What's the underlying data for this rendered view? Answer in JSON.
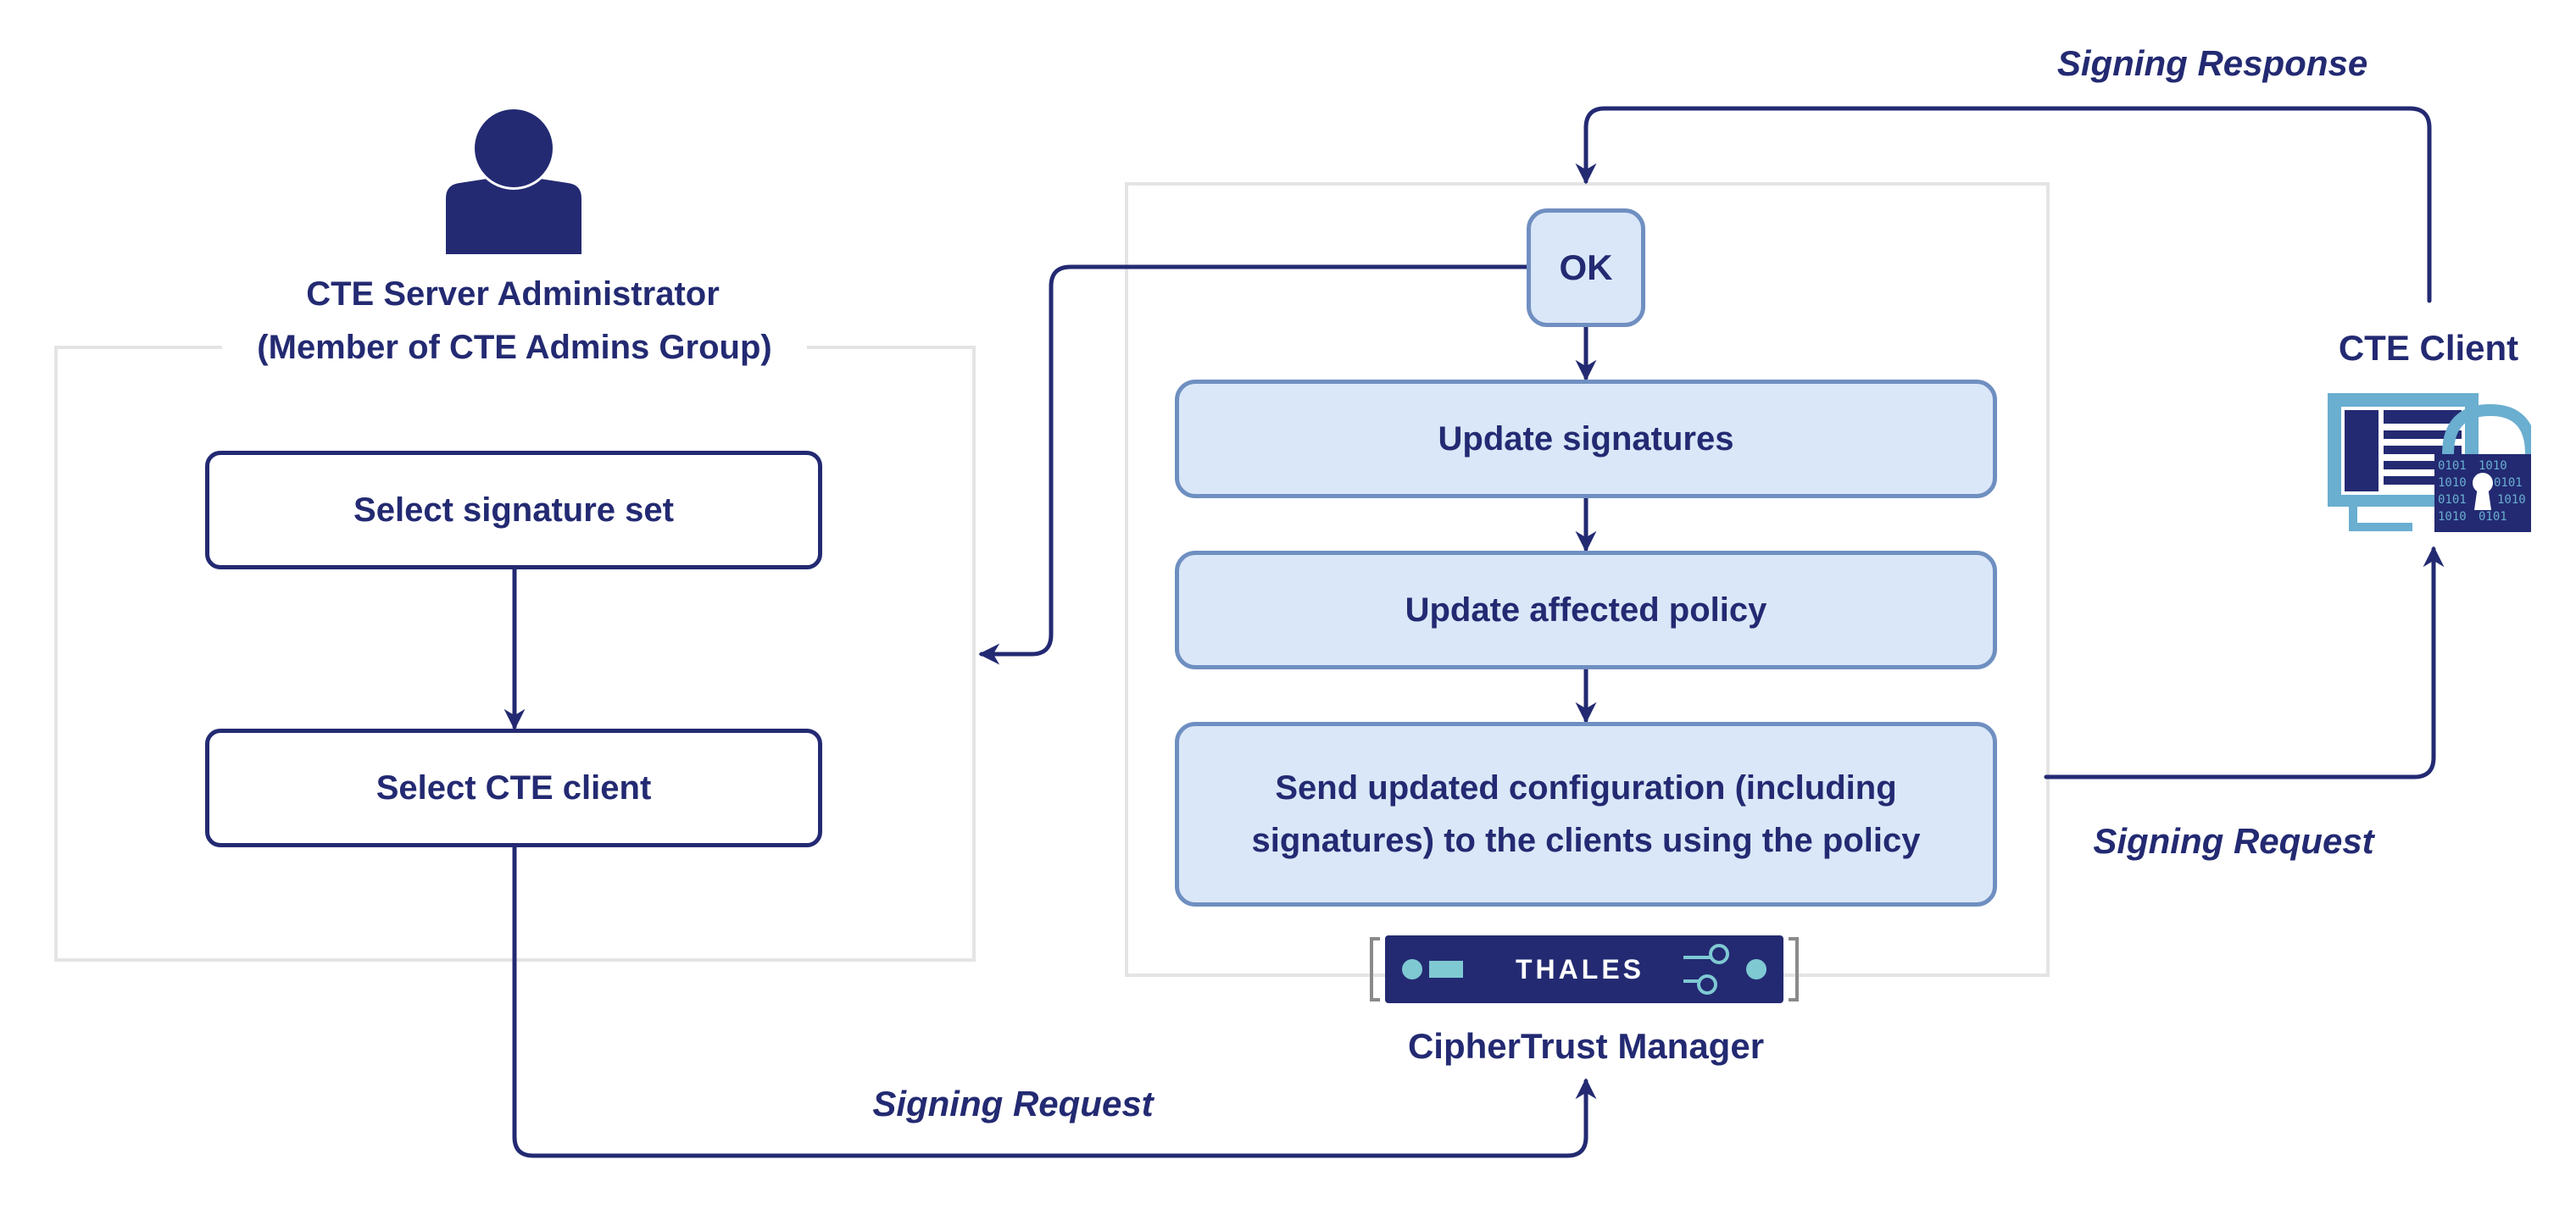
{
  "admin": {
    "title_line1": "CTE Server Administrator",
    "title_line2": "(Member of CTE Admins Group)",
    "step1": "Select signature set",
    "step2": "Select CTE client"
  },
  "manager": {
    "ok": "OK",
    "step1": "Update signatures",
    "step2": "Update affected policy",
    "step3": "Send updated configuration (including signatures) to the clients using the policy",
    "device_brand": "THALES",
    "label": "CipherTrust Manager"
  },
  "client": {
    "label": "CTE Client"
  },
  "flows": {
    "signing_response": "Signing Response",
    "signing_request_client": "Signing Request",
    "signing_request_admin": "Signing Request"
  },
  "colors": {
    "navy": "#232a72",
    "box_fill_blue": "#dae7f8",
    "box_border_blue": "#6f8fc1",
    "frame_gray": "#e4e4e4",
    "client_teal": "#6aaed0",
    "device_teal": "#7fc9d3"
  },
  "icons": {
    "admin": "user-icon",
    "client": "monitor-lock-icon",
    "device": "appliance-icon"
  }
}
